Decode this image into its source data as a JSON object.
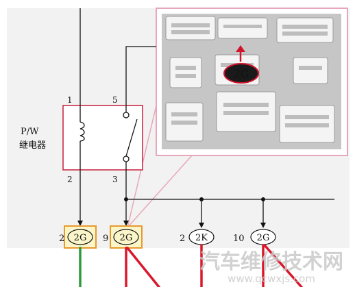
{
  "relay": {
    "label_line1": "P/W",
    "label_line2": "继电器",
    "pin_top_left": "1",
    "pin_top_right": "5",
    "pin_bottom_left": "2",
    "pin_bottom_right": "3"
  },
  "connectors": [
    {
      "pin": "2",
      "code": "2G",
      "style": "boxed"
    },
    {
      "pin": "9",
      "code": "2G",
      "style": "boxed"
    },
    {
      "pin": "2",
      "code": "2K",
      "style": "oval"
    },
    {
      "pin": "10",
      "code": "2G",
      "style": "oval"
    }
  ],
  "inset": {
    "callout_code": "2G"
  },
  "watermark": {
    "line1": "汽车维修技术网",
    "line2": "www.qcwxjs.com"
  },
  "colors": {
    "relay_box": "#c81e3c",
    "connector_border": "#e89a2c",
    "connector_fill": "#fbf6c9",
    "callout_fill": "#1a1a1a",
    "callout_arrow": "#d0142c",
    "wire_red": "#d9182c",
    "wire_green": "#2e9a3a",
    "panel_bg": "#f2f2f2",
    "watermark": "#c9c9c9"
  }
}
